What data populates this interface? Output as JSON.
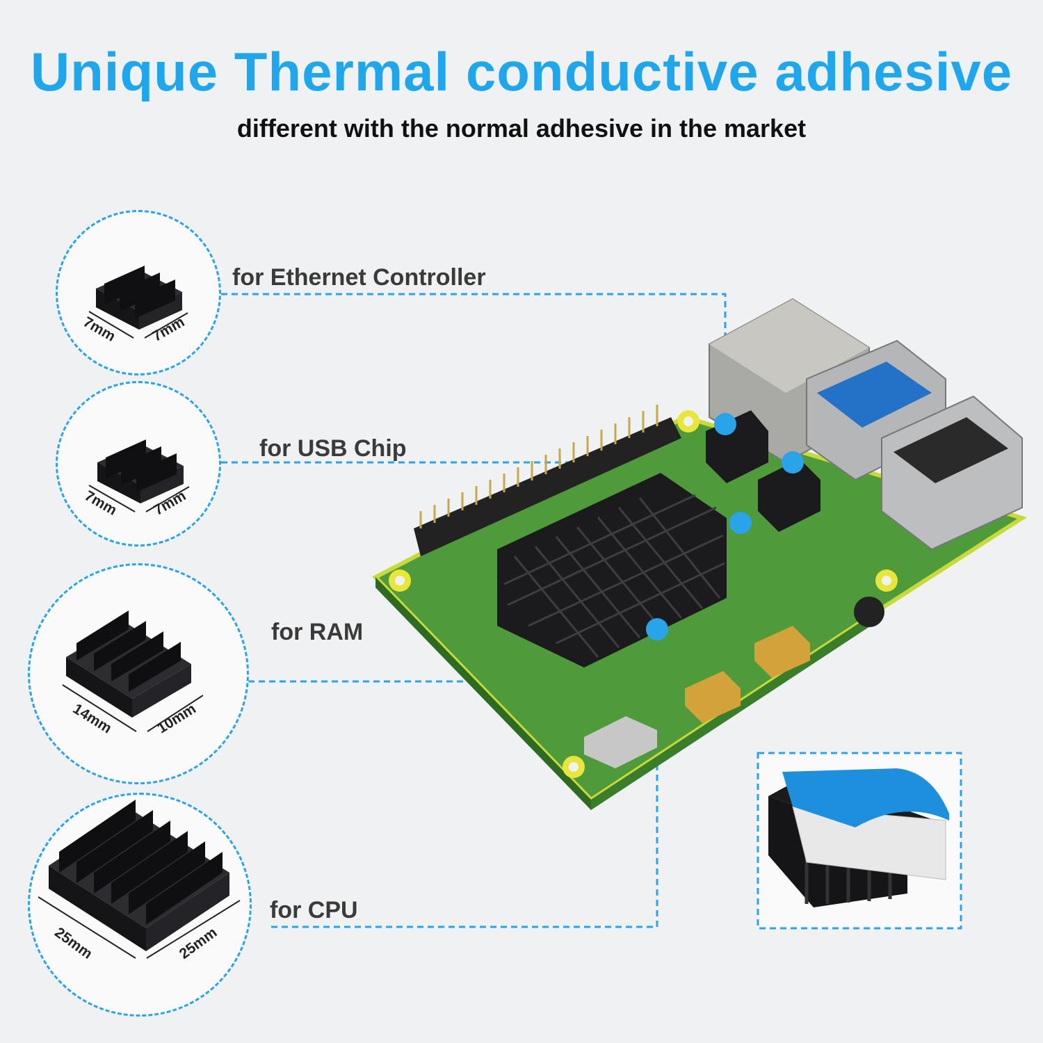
{
  "header": {
    "title": "Unique Thermal conductive adhesive",
    "subtitle": "different with the normal adhesive in the market"
  },
  "heatsinks": [
    {
      "label": "for Ethernet Controller",
      "dim_a": "7mm",
      "dim_b": "7mm"
    },
    {
      "label": "for USB Chip",
      "dim_a": "7mm",
      "dim_b": "7mm"
    },
    {
      "label": "for RAM",
      "dim_a": "14mm",
      "dim_b": "10mm"
    },
    {
      "label": "for CPU",
      "dim_a": "25mm",
      "dim_b": "25mm"
    }
  ],
  "colors": {
    "accent": "#1fa7ee",
    "board": "#4f9a3a",
    "heatsink": "#1b1b1e",
    "tape": "#1e8fdc"
  }
}
